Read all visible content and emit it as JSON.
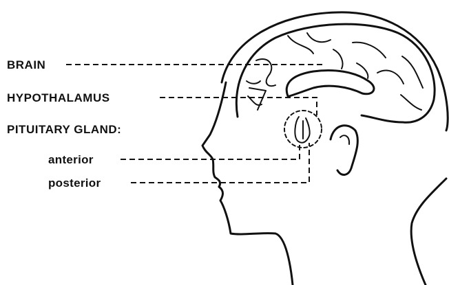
{
  "labels": {
    "brain": "BRAIN",
    "hypothalamus": "HYPOTHALAMUS",
    "pituitary": "PITUITARY GLAND:",
    "anterior": "anterior",
    "posterior": "posterior"
  }
}
